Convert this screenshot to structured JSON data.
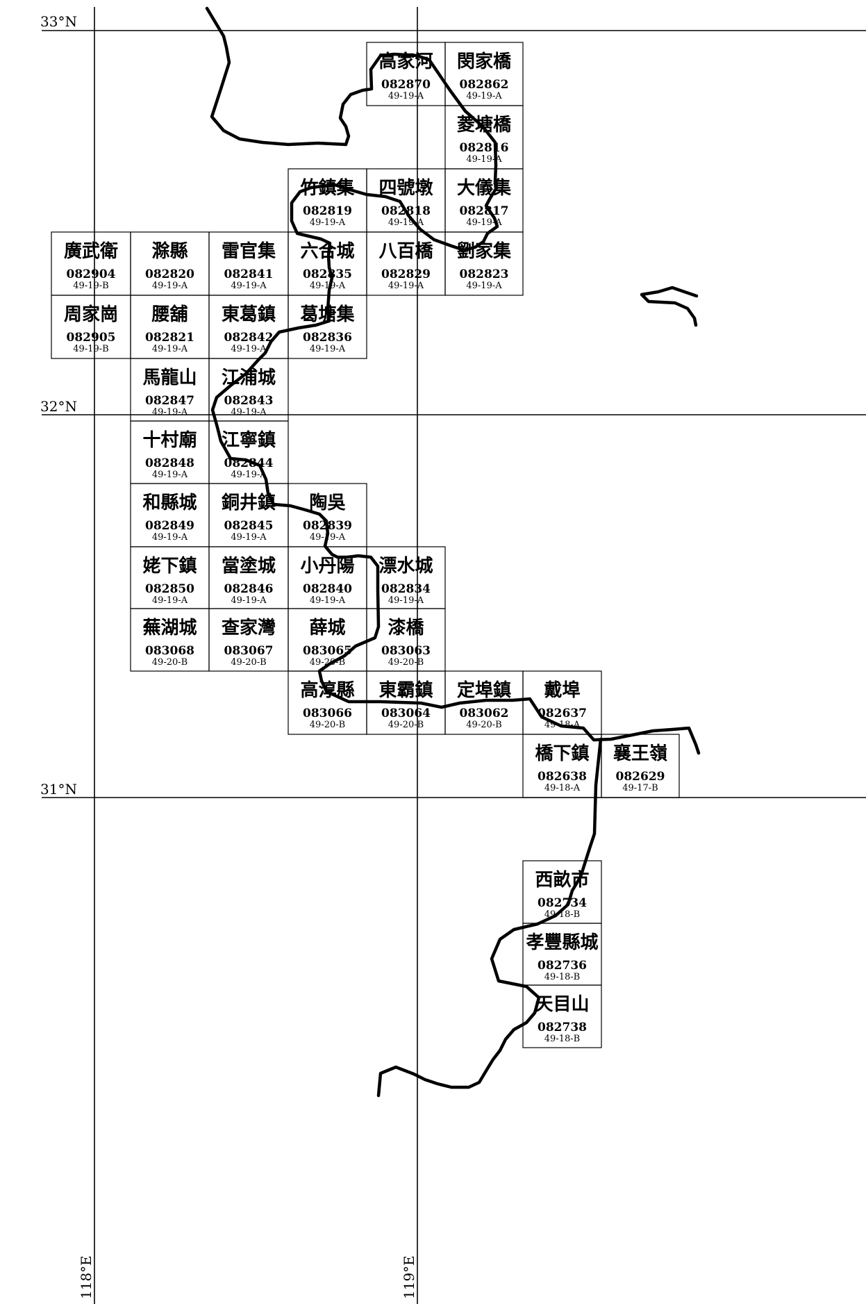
{
  "map": {
    "latitude_labels": [
      {
        "key": "n33",
        "text": "33°N"
      },
      {
        "key": "n32",
        "text": "32°N"
      },
      {
        "key": "n31",
        "text": "31°N"
      }
    ],
    "longitude_labels": [
      {
        "key": "e118",
        "text": "118°E"
      },
      {
        "key": "e119",
        "text": "119°E"
      }
    ],
    "sheets": [
      {
        "id": "s-082870",
        "name": "高家河",
        "code": "082870",
        "index": "49-19-A"
      },
      {
        "id": "s-082862",
        "name": "閔家橋",
        "code": "082862",
        "index": "49-19-A"
      },
      {
        "id": "s-082816",
        "name": "菱塘橋",
        "code": "082816",
        "index": "49-19-A"
      },
      {
        "id": "s-082819",
        "name": "竹鎮集",
        "code": "082819",
        "index": "49-19-A"
      },
      {
        "id": "s-082818",
        "name": "四號墩",
        "code": "082818",
        "index": "49-19-A"
      },
      {
        "id": "s-082817",
        "name": "大儀集",
        "code": "082817",
        "index": "49-19-A"
      },
      {
        "id": "s-082904",
        "name": "廣武衛",
        "code": "082904",
        "index": "49-19-B"
      },
      {
        "id": "s-082820",
        "name": "滁縣",
        "code": "082820",
        "index": "49-19-A"
      },
      {
        "id": "s-082841",
        "name": "雷官集",
        "code": "082841",
        "index": "49-19-A"
      },
      {
        "id": "s-082835",
        "name": "六合城",
        "code": "082835",
        "index": "49-19-A"
      },
      {
        "id": "s-082829",
        "name": "八百橋",
        "code": "082829",
        "index": "49-19-A"
      },
      {
        "id": "s-082823",
        "name": "劉家集",
        "code": "082823",
        "index": "49-19-A"
      },
      {
        "id": "s-082905",
        "name": "周家崗",
        "code": "082905",
        "index": "49-19-B"
      },
      {
        "id": "s-082821",
        "name": "腰舖",
        "code": "082821",
        "index": "49-19-A"
      },
      {
        "id": "s-082842",
        "name": "東葛鎮",
        "code": "082842",
        "index": "49-19-A"
      },
      {
        "id": "s-082836",
        "name": "葛塘集",
        "code": "082836",
        "index": "49-19-A"
      },
      {
        "id": "s-082847",
        "name": "馬龍山",
        "code": "082847",
        "index": "49-19-A"
      },
      {
        "id": "s-082843",
        "name": "江浦城",
        "code": "082843",
        "index": "49-19-A"
      },
      {
        "id": "s-082848",
        "name": "十村廟",
        "code": "082848",
        "index": "49-19-A"
      },
      {
        "id": "s-082844",
        "name": "江寧鎮",
        "code": "082844",
        "index": "49-19-A"
      },
      {
        "id": "s-082849",
        "name": "和縣城",
        "code": "082849",
        "index": "49-19-A"
      },
      {
        "id": "s-082845",
        "name": "銅井鎮",
        "code": "082845",
        "index": "49-19-A"
      },
      {
        "id": "s-082839",
        "name": "陶吳",
        "code": "082839",
        "index": "49-19-A"
      },
      {
        "id": "s-082850",
        "name": "姥下鎮",
        "code": "082850",
        "index": "49-19-A"
      },
      {
        "id": "s-082846",
        "name": "當塗城",
        "code": "082846",
        "index": "49-19-A"
      },
      {
        "id": "s-082840",
        "name": "小丹陽",
        "code": "082840",
        "index": "49-19-A"
      },
      {
        "id": "s-082834",
        "name": "漂水城",
        "code": "082834",
        "index": "49-19-A"
      },
      {
        "id": "s-083068",
        "name": "蕪湖城",
        "code": "083068",
        "index": "49-20-B"
      },
      {
        "id": "s-083067",
        "name": "查家灣",
        "code": "083067",
        "index": "49-20-B"
      },
      {
        "id": "s-083065",
        "name": "薛城",
        "code": "083065",
        "index": "49-20-B"
      },
      {
        "id": "s-083063",
        "name": "漆橋",
        "code": "083063",
        "index": "49-20-B"
      },
      {
        "id": "s-083066",
        "name": "高淳縣",
        "code": "083066",
        "index": "49-20-B"
      },
      {
        "id": "s-083064",
        "name": "東霸鎮",
        "code": "083064",
        "index": "49-20-B"
      },
      {
        "id": "s-083062",
        "name": "定埠鎮",
        "code": "083062",
        "index": "49-20-B"
      },
      {
        "id": "s-082637",
        "name": "戴埠",
        "code": "082637",
        "index": "49-18-A"
      },
      {
        "id": "s-082638",
        "name": "橋下鎮",
        "code": "082638",
        "index": "49-18-A"
      },
      {
        "id": "s-082629",
        "name": "襄王嶺",
        "code": "082629",
        "index": "49-17-B"
      },
      {
        "id": "s-082734",
        "name": "西畝市",
        "code": "082734",
        "index": "49-18-B"
      },
      {
        "id": "s-082736",
        "name": "孝豐縣城",
        "code": "082736",
        "index": "49-18-B"
      },
      {
        "id": "s-082738",
        "name": "天目山",
        "code": "082738",
        "index": "49-18-B"
      }
    ]
  }
}
